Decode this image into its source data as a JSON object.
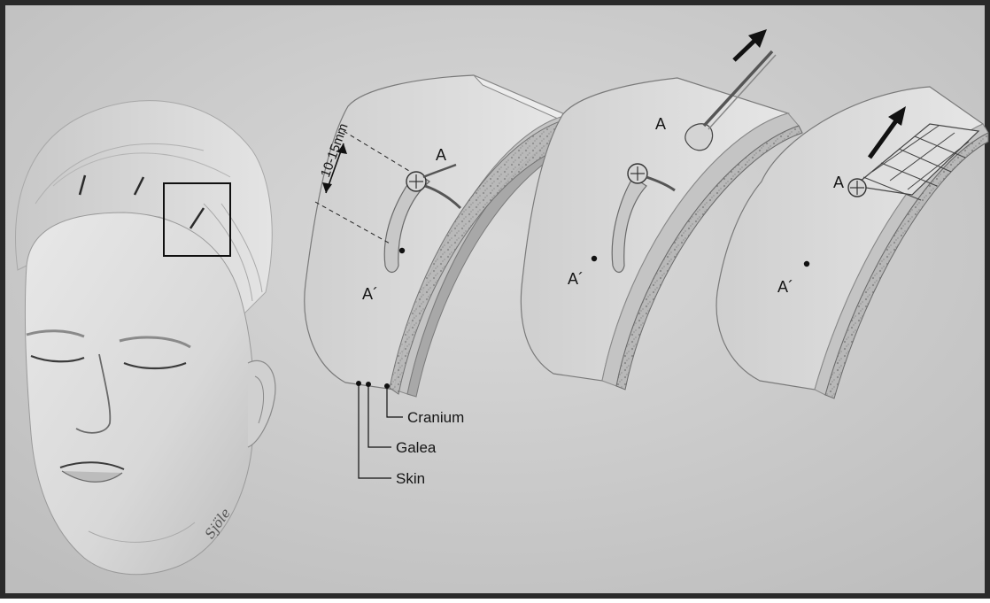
{
  "figure": {
    "colors": {
      "paper": "#d2d2d2",
      "ink": "#151515",
      "skin": "#dcdcdc",
      "bone": "#b4b4b4"
    },
    "dimension_label": "10-15mm",
    "points": {
      "a": "A",
      "a_prime": "A´"
    },
    "layers": [
      "Cranium",
      "Galea",
      "Skin"
    ],
    "signature": "Sjöle",
    "icons": [
      "arrow-up-right-icon"
    ]
  }
}
